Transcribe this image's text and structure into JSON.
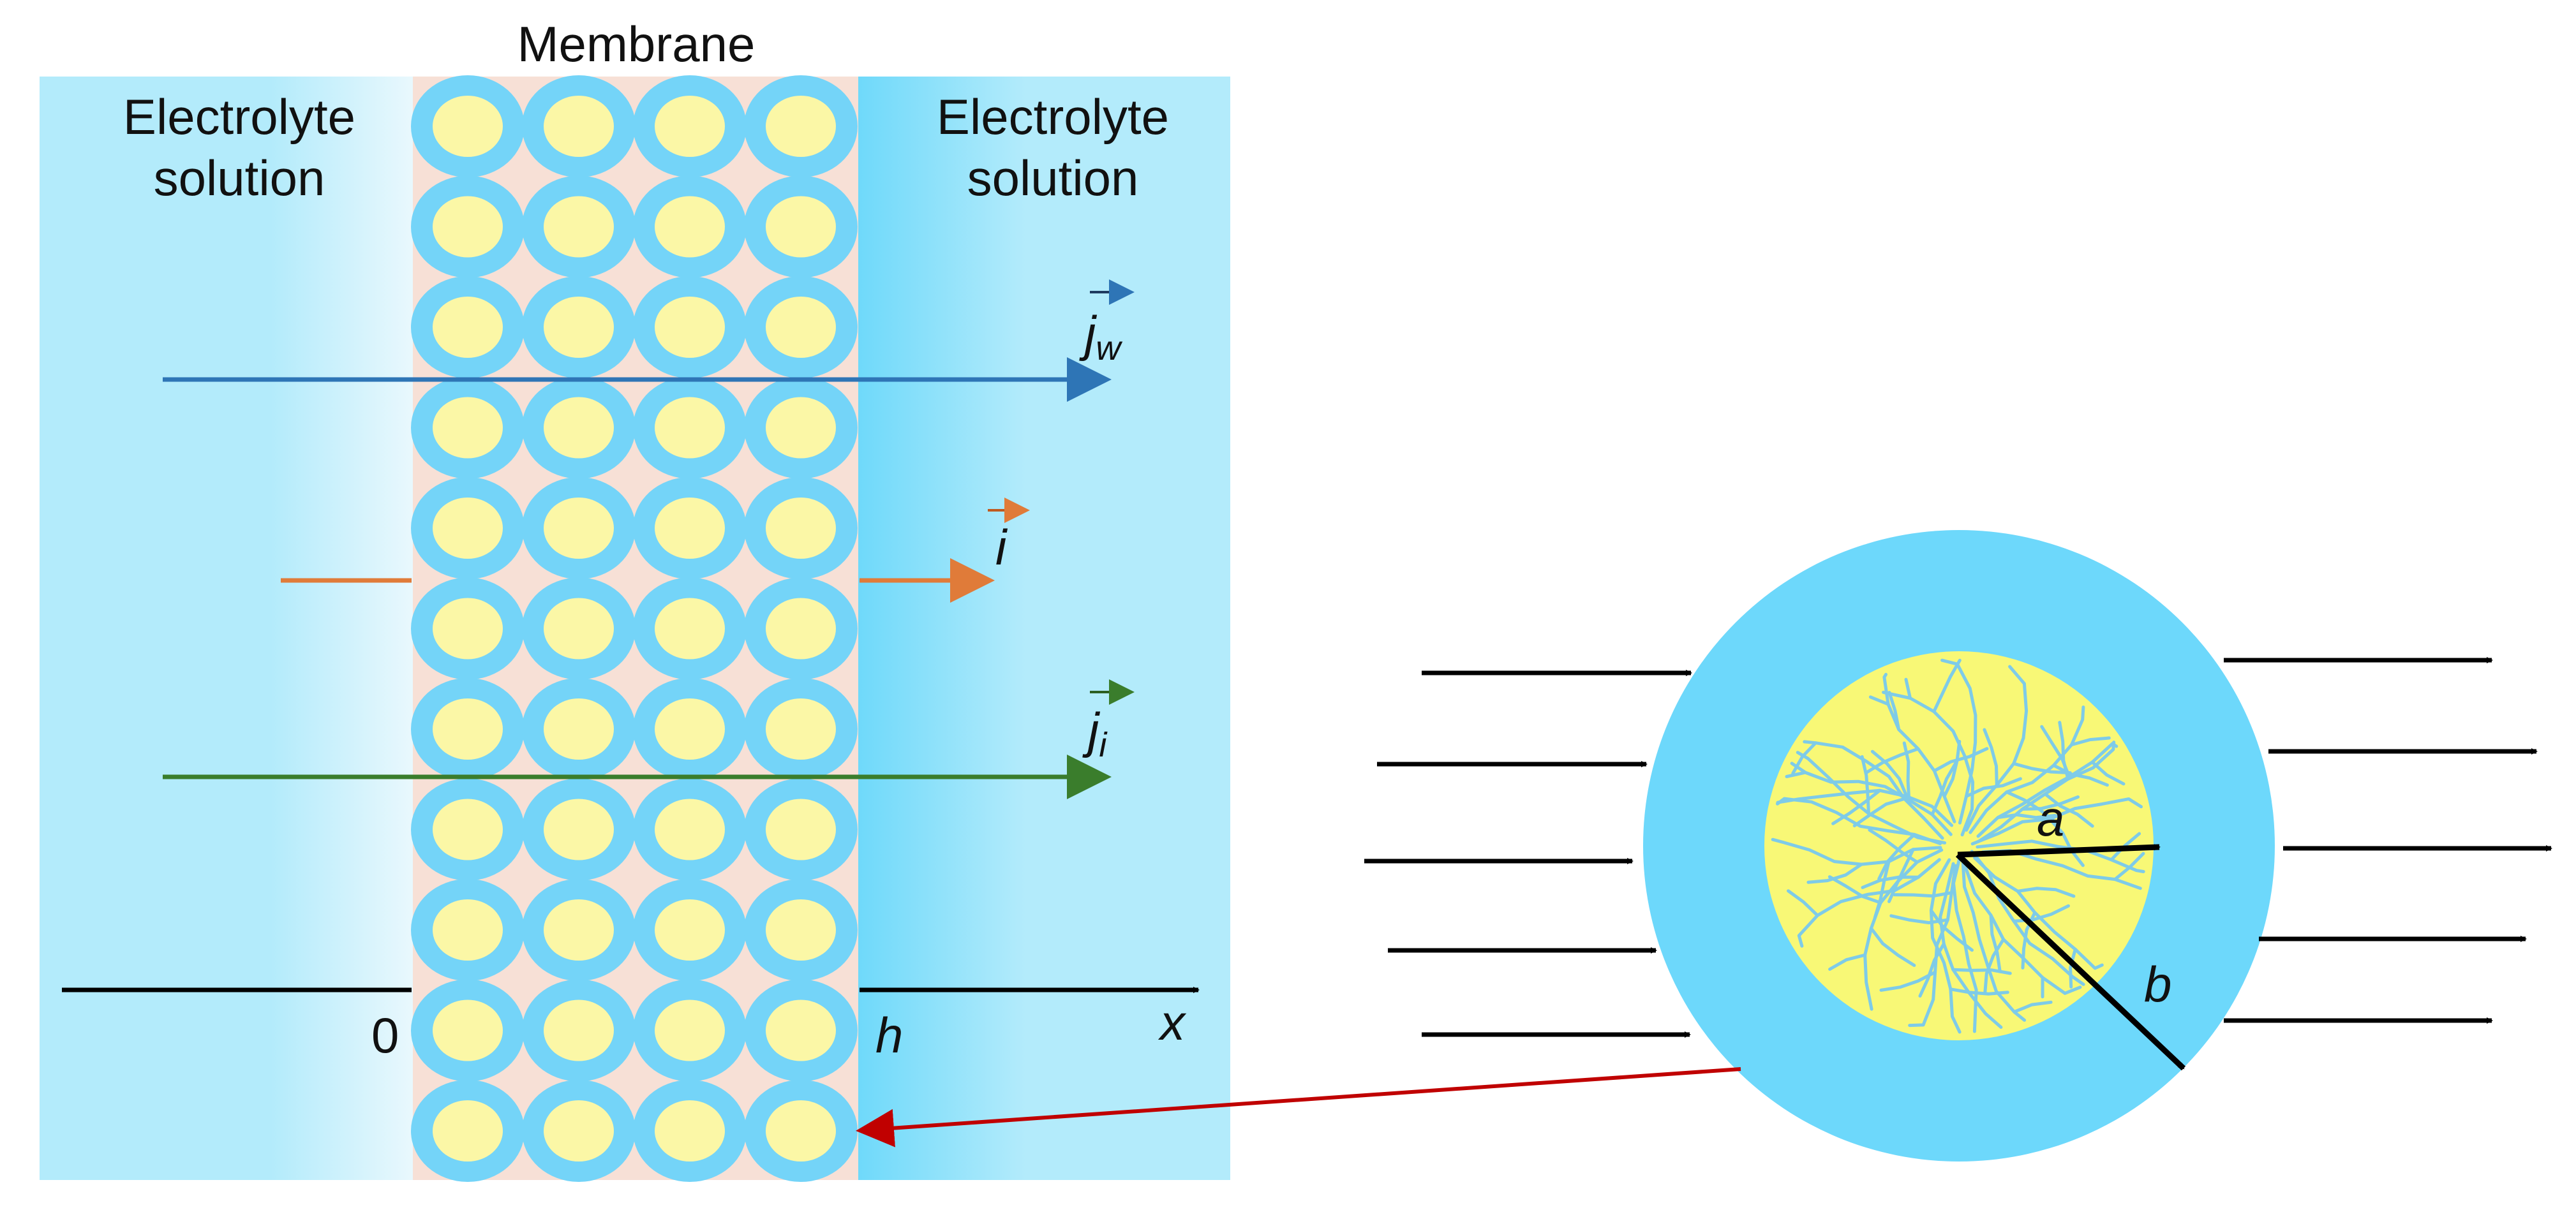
{
  "labels": {
    "membrane": "Membrane",
    "electrolyte_left_line1": "Electrolyte",
    "electrolyte_left_line2": "solution",
    "electrolyte_right_line1": "Electrolyte",
    "electrolyte_right_line2": "solution",
    "axis_origin": "0",
    "axis_h": "h",
    "axis_x": "x",
    "flux_water": "j",
    "flux_water_sub": "w",
    "current": "i",
    "flux_ion": "j",
    "flux_ion_sub": "i",
    "radius_a": "a",
    "radius_b": "b"
  },
  "colors": {
    "solution": "#b3ebfb",
    "solution_gradient_dark": "#74dcfa",
    "membrane_bg": "#f7e0d6",
    "particle_shell": "#74d4f8",
    "particle_core": "#fbf7a6",
    "big_shell": "#6dd8fb",
    "big_core": "#f8f876",
    "crack_lines": "#7ecbe8",
    "water_flux": "#2e75b6",
    "current": "#e07b39",
    "ion_flux": "#3a7d2c",
    "red_arrow": "#c00000",
    "black": "#000000"
  },
  "membrane_grid": {
    "columns": 4,
    "rows": 11
  }
}
